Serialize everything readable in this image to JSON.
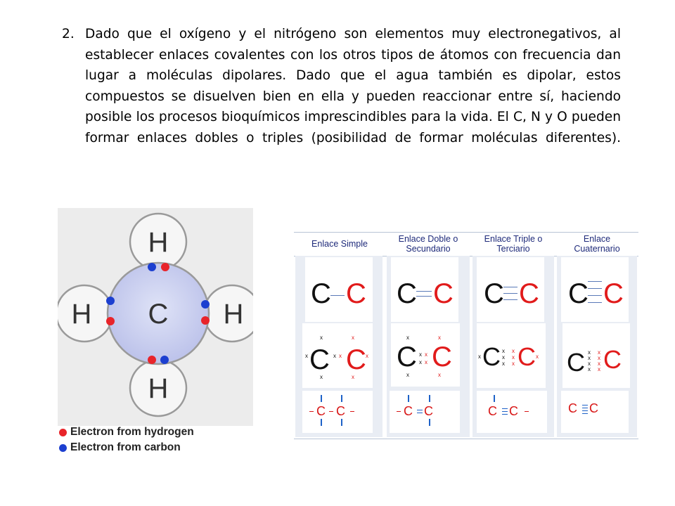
{
  "paragraph": {
    "number": "2.",
    "text": "Dado que el oxígeno y el nitrógeno son elementos muy electronegativos, al establecer enlaces covalentes con los otros tipos de átomos con frecuencia dan lugar a moléculas dipolares. Dado que el agua también es dipolar, estos compuestos se disuelven bien en ella y pueden reaccionar entre sí, haciendo posible los procesos bioquímicos imprescindibles para la vida. El C, N y O pueden formar enlaces dobles o triples (posibilidad de formar moléculas diferentes)."
  },
  "methane": {
    "center": "C",
    "atoms": [
      "H",
      "H",
      "H",
      "H"
    ],
    "legend": [
      {
        "label": "Electron from hydrogen",
        "color": "#e8242a"
      },
      {
        "label": "Electron from carbon",
        "color": "#1c3fd0"
      }
    ]
  },
  "bonds": {
    "headers": [
      "Enlace Simple",
      "Enlace Doble o\nSecundario",
      "Enlace Triple o\nTerciario",
      "Enlace\nCuaternario"
    ],
    "atom_left": "C",
    "atom_right": "C",
    "electron_mark": "x",
    "colors": {
      "left_atom": "#111111",
      "right_atom": "#e11b1b",
      "bond_line": "#5a7ab8",
      "header": "#1e2a7a",
      "column_bg": "#e9edf4"
    }
  }
}
